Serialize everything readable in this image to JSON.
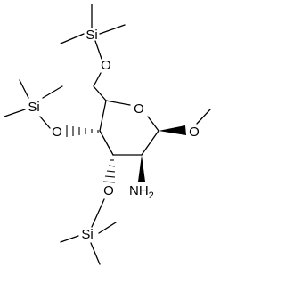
{
  "molecule": {
    "atoms": {
      "si_top": "Si",
      "o_top": "O",
      "si_left": "Si",
      "o_left": "O",
      "o_ring": "O",
      "o_methoxy": "O",
      "amine": "NH",
      "amine_sub": "2",
      "o_bottom": "O",
      "si_bottom": "Si"
    }
  }
}
